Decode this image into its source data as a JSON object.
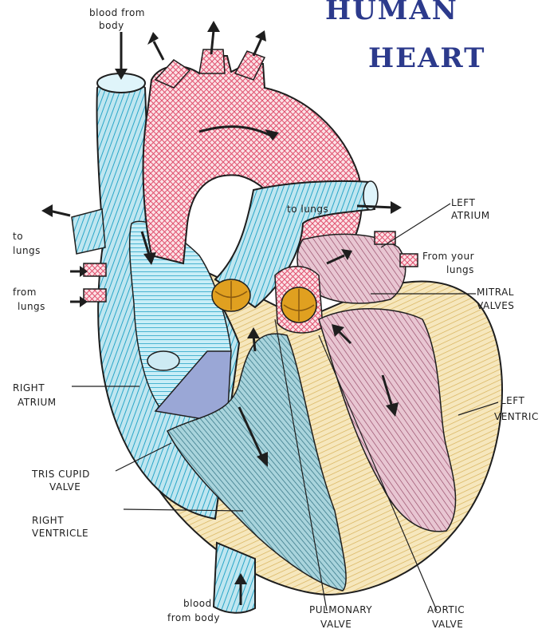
{
  "title": {
    "line1": "HUMAN",
    "line2": "HEART"
  },
  "labels": {
    "blood_from_body_top_1": "blood from",
    "blood_from_body_top_2": "body",
    "to_lungs_left_1": "to",
    "to_lungs_left_2": "lungs",
    "from_lungs_left_1": "from",
    "from_lungs_left_2": "lungs",
    "to_lungs_center": "to lungs",
    "left_atrium_1": "LEFT",
    "left_atrium_2": "ATRIUM",
    "from_your_lungs_1": "From your",
    "from_your_lungs_2": "lungs",
    "mitral_valves_1": "MITRAL",
    "mitral_valves_2": "VALVES",
    "right_atrium_1": "RIGHT",
    "right_atrium_2": "ATRIUM",
    "left_ventricle_1": "LEFT",
    "left_ventricle_2": "VENTRIC",
    "tricuspid_valve_1": "TRIS CUPID",
    "tricuspid_valve_2": "VALVE",
    "right_ventricle_1": "RIGHT",
    "right_ventricle_2": "VENTRICLE",
    "blood_from_body_bottom_1": "blood",
    "blood_from_body_bottom_2": "from body",
    "pulmonary_valve_1": "PULMONARY",
    "pulmonary_valve_2": "VALVE",
    "aortic_valve_1": "AORTIC",
    "aortic_valve_2": "VALVE"
  },
  "colors": {
    "blue_vessel": "#3fb6d6",
    "red_vessel": "#e0506e",
    "muscle": "#e9d08a",
    "left_chambers": "#b56a8a",
    "right_ventricle": "#4a9fb0",
    "valve": "#e0a020",
    "title_ink": "#2c3a8c"
  }
}
